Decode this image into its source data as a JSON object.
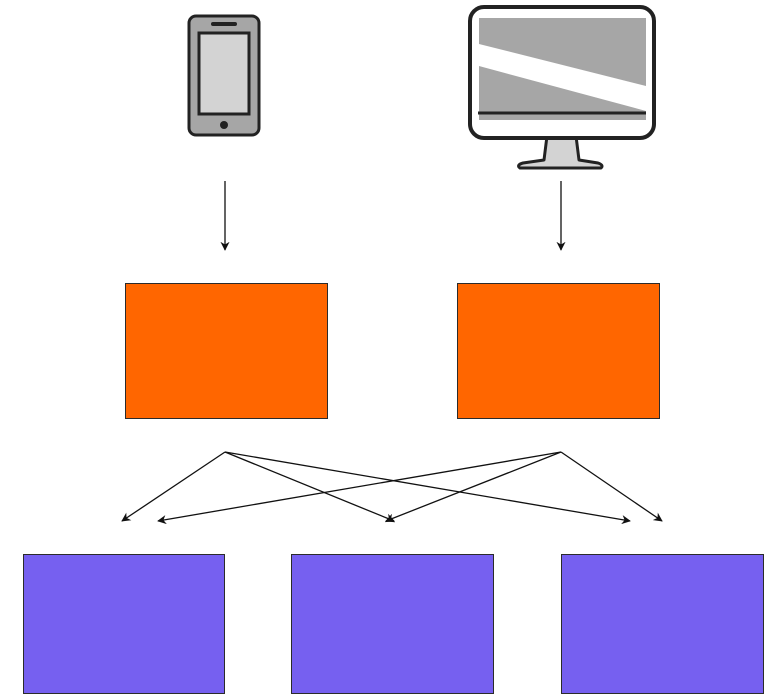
{
  "colors": {
    "background": "#ffffff",
    "tier1_box_fill": "#ff6600",
    "tier2_box_fill": "#7660f0",
    "outline": "#2b2b2b",
    "device_gray": "#a6a6a6",
    "device_light": "#d3d3d3",
    "device_dark": "#222222",
    "arrow": "#111111"
  },
  "icons": {
    "source_left": "smartphone-icon",
    "source_right": "monitor-icon"
  },
  "diagram": {
    "tiers": [
      {
        "name": "sources",
        "nodes": [
          "smartphone",
          "desktop-monitor"
        ]
      },
      {
        "name": "tier-1",
        "nodes": [
          "box-1",
          "box-2"
        ],
        "fill": "#ff6600"
      },
      {
        "name": "tier-2",
        "nodes": [
          "box-a",
          "box-b",
          "box-c"
        ],
        "fill": "#7660f0"
      }
    ],
    "edges": [
      {
        "from": "smartphone",
        "to": "box-1"
      },
      {
        "from": "desktop-monitor",
        "to": "box-2"
      },
      {
        "from": "box-1",
        "to": "box-a"
      },
      {
        "from": "box-1",
        "to": "box-b"
      },
      {
        "from": "box-1",
        "to": "box-c"
      },
      {
        "from": "box-2",
        "to": "box-a"
      },
      {
        "from": "box-2",
        "to": "box-b"
      },
      {
        "from": "box-2",
        "to": "box-c"
      }
    ]
  }
}
